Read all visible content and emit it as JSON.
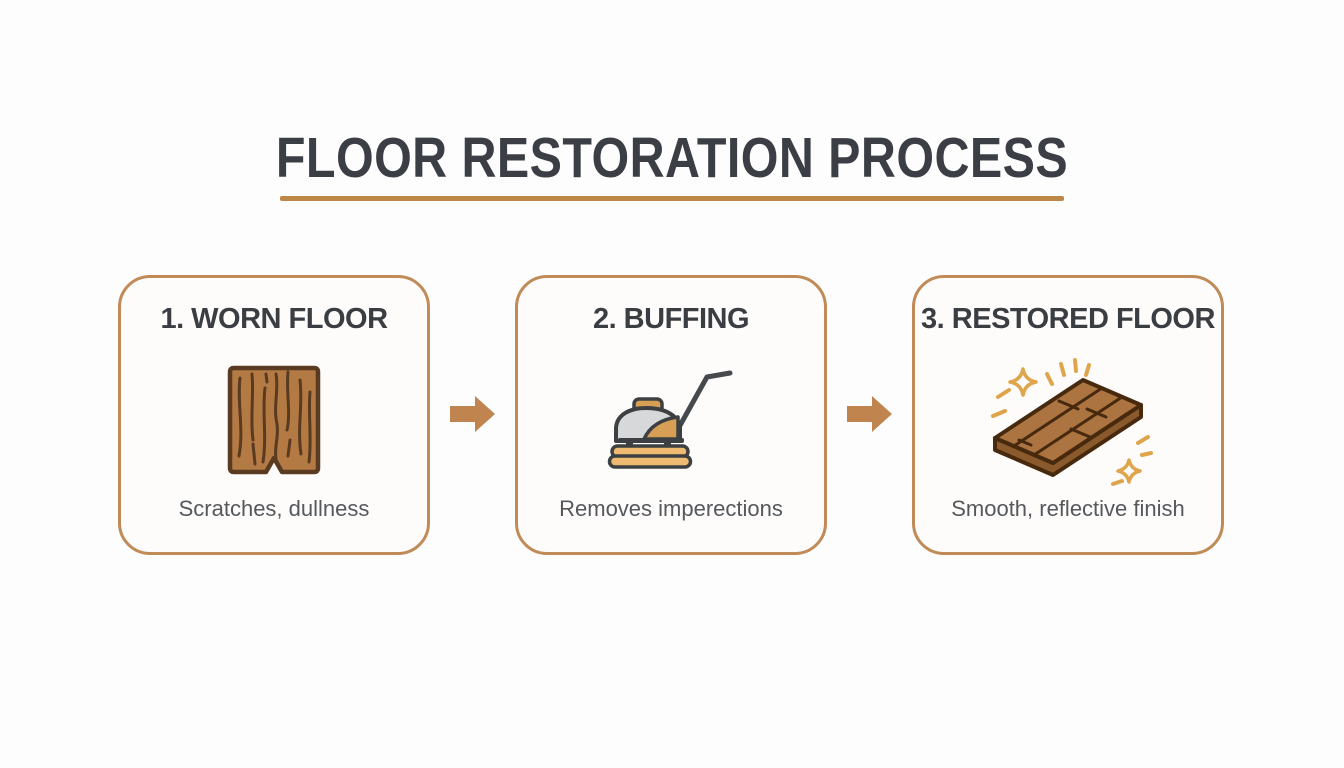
{
  "header": {
    "title": "FLOOR RESTORATION PROCESS",
    "underline_color": "#bd8748"
  },
  "steps": [
    {
      "title": "1. WORN FLOOR",
      "caption": "Scratches, dullness",
      "icon": "worn-floor-icon"
    },
    {
      "title": "2. BUFFING",
      "caption": "Removes imperections",
      "icon": "floor-buffer-icon"
    },
    {
      "title": "3. RESTORED FLOOR",
      "caption": "Smooth, reflective finish",
      "icon": "restored-floor-icon"
    }
  ],
  "arrows": {
    "icon": "arrow-right-icon",
    "direction": "right",
    "count": 2,
    "color": "#c0854f"
  },
  "colors": {
    "background": "#fdfdfd",
    "title_text": "#3b3e44",
    "accent_tan": "#bd8748",
    "card_border": "#c08b57",
    "card_background": "#fdfcfb",
    "card_title_text": "#3a3d42",
    "caption_text": "#55585c",
    "wood_fill": "#b37a43",
    "wood_outline": "#5a3a20",
    "buffer_body_gray": "#d7d8d9",
    "buffer_outline": "#3c4043",
    "buffer_orange": "#efba72",
    "buffer_knob_orange": "#d79f56",
    "plank_top": "#ac7440",
    "plank_side": "#8a5a2c",
    "plank_outline": "#47290e",
    "sparkle_gold": "#dfa54c"
  }
}
